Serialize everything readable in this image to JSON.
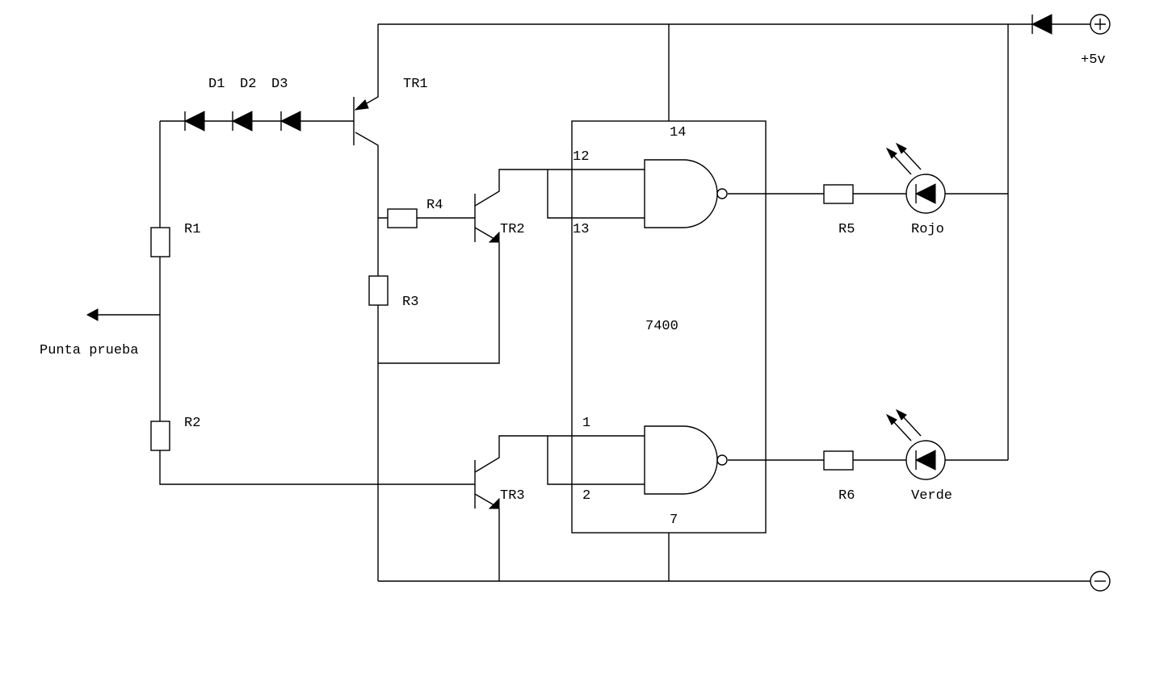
{
  "diagram": {
    "type": "electronic-schematic",
    "title": "Logic probe circuit",
    "ic": {
      "name": "7400",
      "pins": {
        "vcc": "14",
        "gnd": "7",
        "gate_a_in1": "12",
        "gate_a_in2": "13",
        "gate_b_in1": "1",
        "gate_b_in2": "2"
      }
    },
    "labels": {
      "d1": "D1",
      "d2": "D2",
      "d3": "D3",
      "tr1": "TR1",
      "tr2": "TR2",
      "tr3": "TR3",
      "r1": "R1",
      "r2": "R2",
      "r3": "R3",
      "r4": "R4",
      "r5": "R5",
      "r6": "R6",
      "ic": "7400",
      "pin14": "14",
      "pin12": "12",
      "pin13": "13",
      "pin1": "1",
      "pin2": "2",
      "pin7": "7",
      "led_red": "Rojo",
      "led_green": "Verde",
      "supply": "+5v",
      "probe": "Punta prueba"
    },
    "terminals": {
      "positive": "+",
      "negative": "−"
    },
    "colors": {
      "stroke": "#000000",
      "background": "#ffffff"
    }
  }
}
